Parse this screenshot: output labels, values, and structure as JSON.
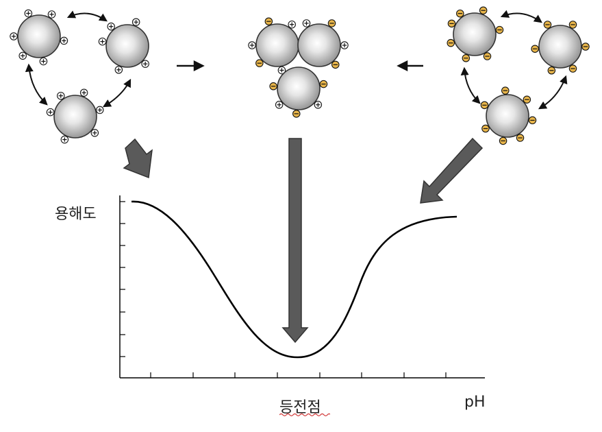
{
  "labels": {
    "y_axis": "용해도",
    "isoelectric_point": "등전점",
    "x_axis": "pH"
  },
  "colors": {
    "sphere_edge": "#333333",
    "sphere_light": "#ffffff",
    "sphere_dark": "#8c8c8c",
    "positive_charge_fill": "#ffffff",
    "negative_charge_fill": "#e8b54a",
    "big_arrow": "#5a5a5a",
    "curve": "#000000",
    "spellcheck_underline": "#d23a3a"
  },
  "icons": {
    "positive_charge": "plus-circle-icon",
    "negative_charge": "minus-circle-icon",
    "protein_particle": "sphere-icon"
  },
  "clusters": {
    "left": {
      "charge": "positive",
      "state": "dispersed"
    },
    "middle": {
      "charge": "mixed",
      "state": "aggregated"
    },
    "right": {
      "charge": "negative",
      "state": "dispersed"
    }
  }
}
